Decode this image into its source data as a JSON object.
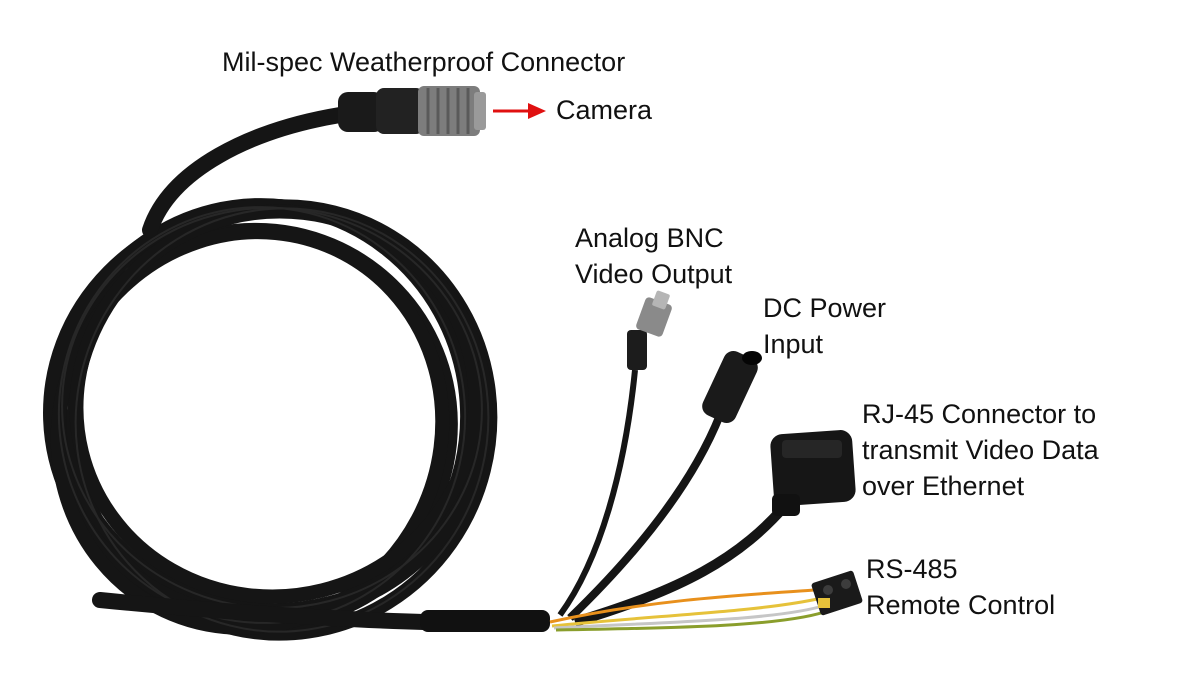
{
  "labels": {
    "milspec": "Mil-spec Weatherproof Connector",
    "camera": "Camera",
    "bnc": [
      "Analog BNC",
      "Video Output"
    ],
    "dc": [
      "DC Power",
      "Input"
    ],
    "rj45": [
      "RJ-45 Connector to",
      "transmit Video Data",
      "over Ethernet"
    ],
    "rs485": [
      "RS-485",
      "Remote Control"
    ]
  },
  "colors": {
    "arrow": "#e01010",
    "cable": "#151515",
    "text": "#111111"
  }
}
